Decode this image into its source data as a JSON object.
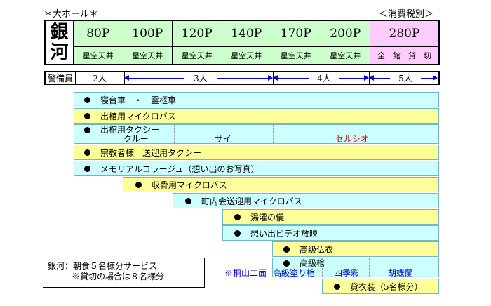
{
  "header": {
    "hall": "＊大ホール＊",
    "tax_note": "＜消費税別＞"
  },
  "venue_name": [
    "銀",
    "河"
  ],
  "plans": [
    {
      "price": "80P",
      "sub": "星空天井"
    },
    {
      "price": "100P",
      "sub": "星空天井"
    },
    {
      "price": "120P",
      "sub": "星空天井"
    },
    {
      "price": "140P",
      "sub": "星空天井"
    },
    {
      "price": "170P",
      "sub": "星空天井"
    },
    {
      "price": "200P",
      "sub": "星空天井"
    },
    {
      "price": "280P",
      "sub": "全　館　貸　切"
    }
  ],
  "colors": {
    "plan_bg": "#ccffcc",
    "exclusive_bg": "#ffccff",
    "yellow_bar": "#ffff99",
    "cyan_bar": "#ccffff",
    "arrow": "#0000cc"
  },
  "guards": {
    "label": "警備員",
    "c1": "2人",
    "c2": "3人",
    "c3": "4人",
    "c4": "5人"
  },
  "services": {
    "s1": "寝台車　・　霊柩車",
    "s2": "出棺用マイクロバス",
    "s3a": "出棺用タクシー",
    "s3b": "クルー",
    "s3c": "サイ",
    "s3d": "セルシオ",
    "s4": "宗教者様　送迎用タクシー",
    "s5": "メモリアルコラージュ（想い出のお写真）",
    "s6": "収骨用マイクロバス",
    "s7": "町内会送迎用マイクロバス",
    "s8": "湯灌の儀",
    "s9": "想い出ビデオ放映",
    "s10": "高級仏衣",
    "s11": "高級棺",
    "s11a": "※桐山二面",
    "s11b": "高級塗り棺",
    "s11c": "四季彩",
    "s11d": "胡蝶蘭",
    "s12": "貸衣装（5名様分）"
  },
  "note": {
    "line1": "銀河：朝食５名様分サービス",
    "line2": "※貸切の場合は８名様分"
  }
}
